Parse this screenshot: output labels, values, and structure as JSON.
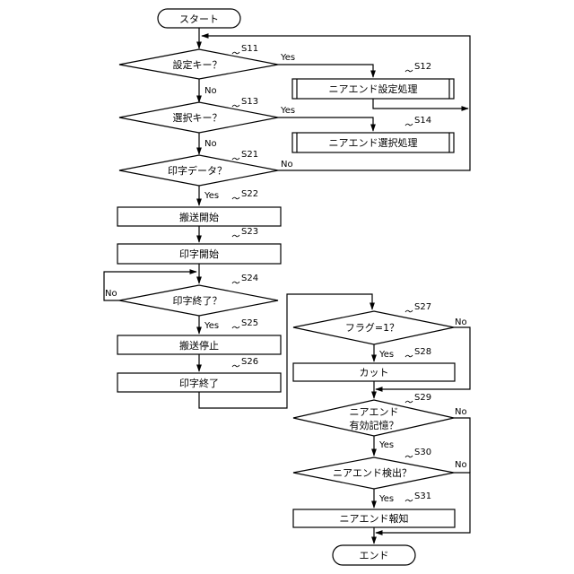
{
  "nodes": {
    "start": "スタート",
    "s11": "設定キー？",
    "s12": "ニアエンド設定処理",
    "s13": "選択キー？",
    "s14": "ニアエンド選択処理",
    "s21": "印字データ？",
    "s22": "搬送開始",
    "s23": "印字開始",
    "s24": "印字終了？",
    "s25": "搬送停止",
    "s26": "印字終了",
    "s27": "フラグ=1？",
    "s28": "カット",
    "s29_line1": "ニアエンド",
    "s29_line2": "有効記憶？",
    "s30": "ニアエンド検出？",
    "s31": "ニアエンド報知",
    "end": "エンド"
  },
  "steps": {
    "s11": "S11",
    "s12": "S12",
    "s13": "S13",
    "s14": "S14",
    "s21": "S21",
    "s22": "S22",
    "s23": "S23",
    "s24": "S24",
    "s25": "S25",
    "s26": "S26",
    "s27": "S27",
    "s28": "S28",
    "s29": "S29",
    "s30": "S30",
    "s31": "S31"
  },
  "branches": {
    "yes": "Yes",
    "no": "No"
  }
}
